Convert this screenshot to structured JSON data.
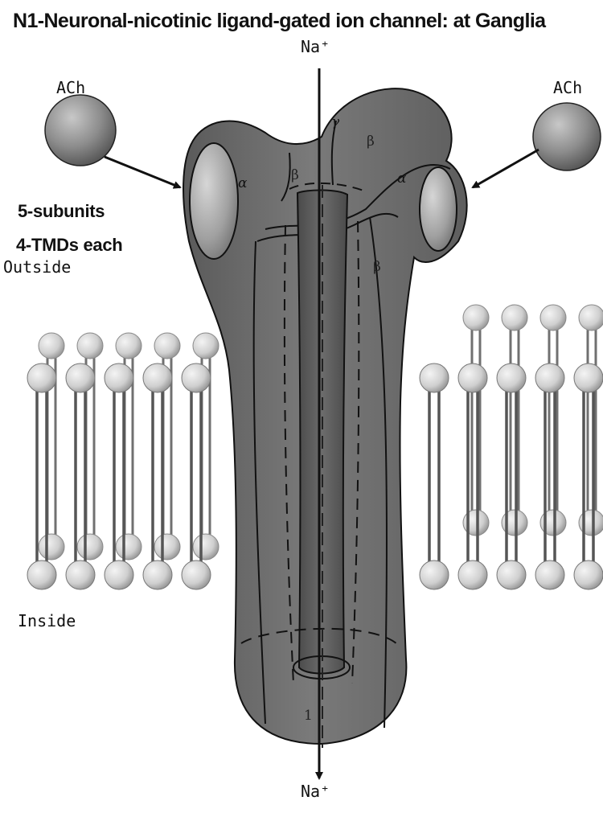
{
  "title": "N1-Neuronal-nicotinic ligand-gated ion channel: at Ganglia",
  "ion_top": "Na⁺",
  "ion_bottom": "Na⁺",
  "ligand_left": "ACh",
  "ligand_right": "ACh",
  "note_line1": "5-subunits",
  "note_line2": "4-TMDs each",
  "side_outside": "Outside",
  "side_inside": "Inside",
  "subunits": {
    "alpha_left": "α",
    "beta_left": "β",
    "gamma": "γ",
    "beta_back": "β",
    "alpha_right": "α",
    "beta_right": "β",
    "inner_mark": "1"
  },
  "colors": {
    "channel": "#6e6e6e",
    "ligand": "#8c8c8c",
    "lipid_head": "#cfcfcf"
  }
}
